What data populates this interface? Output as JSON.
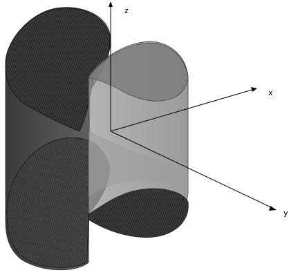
{
  "axes": {
    "x_label": "x",
    "y_label": "y",
    "z_label": "z"
  },
  "colors": {
    "background": "#ffffff",
    "dark_shell": "#2b2b2b",
    "mid_shell": "#5a5a5a",
    "translucent_shell": "#8a8a8a",
    "axis": "#000000"
  }
}
